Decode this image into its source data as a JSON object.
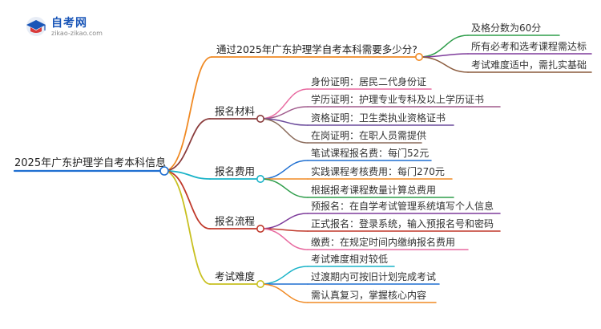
{
  "logo": {
    "name": "自考网",
    "url": "zikao-zikao.com",
    "icon": "graduation-cap-logo"
  },
  "mindmap": {
    "root": "2025年广东护理学自考本科信息",
    "branches": [
      {
        "id": "score",
        "label": "通过2025年广东护理学自考本科需要多少分?",
        "color": "#f08a24",
        "leaves": [
          "及格分数为60分",
          "所有必考和选考课程需达标",
          "考试难度适中，需扎实基础"
        ],
        "leaf_colors": [
          "#2e9d4a",
          "#7e3c9b",
          "#8a5a3c"
        ]
      },
      {
        "id": "materials",
        "label": "报名材料",
        "color": "#8a3c3c",
        "leaves": [
          "身份证明：居民二代身份证",
          "学历证明：护理专业专科及以上学历证书",
          "资格证明：卫生类执业资格证书",
          "在岗证明：在职人员需提供"
        ],
        "leaf_colors": [
          "#e86aa0",
          "#a05a8c",
          "#6a4a9b",
          "#8a6a5a"
        ]
      },
      {
        "id": "fees",
        "label": "报名费用",
        "color": "#1ab3c8",
        "leaves": [
          "笔试课程报名费：每门52元",
          "实践课程考核费用：每门270元",
          "根据报考课程数量计算总费用"
        ],
        "leaf_colors": [
          "#1f6fd1",
          "#f08a24",
          "#2e9d4a"
        ]
      },
      {
        "id": "process",
        "label": "报名流程",
        "color": "#c0392b",
        "leaves": [
          "预报名：在自学考试管理系统填写个人信息",
          "正式报名：登录系统，输入预报名号和密码",
          "缴费：在规定时间内缴纳报名费用"
        ],
        "leaf_colors": [
          "#7e3c9b",
          "#c0392b",
          "#e86aa0"
        ]
      },
      {
        "id": "difficulty",
        "label": "考试难度",
        "color": "#c8c020",
        "leaves": [
          "考试难度相对较低",
          "过渡期内可按旧计划完成考试",
          "需认真复习，掌握核心内容"
        ],
        "leaf_colors": [
          "#1ab3c8",
          "#1f6fd1",
          "#f08a24"
        ]
      }
    ]
  }
}
